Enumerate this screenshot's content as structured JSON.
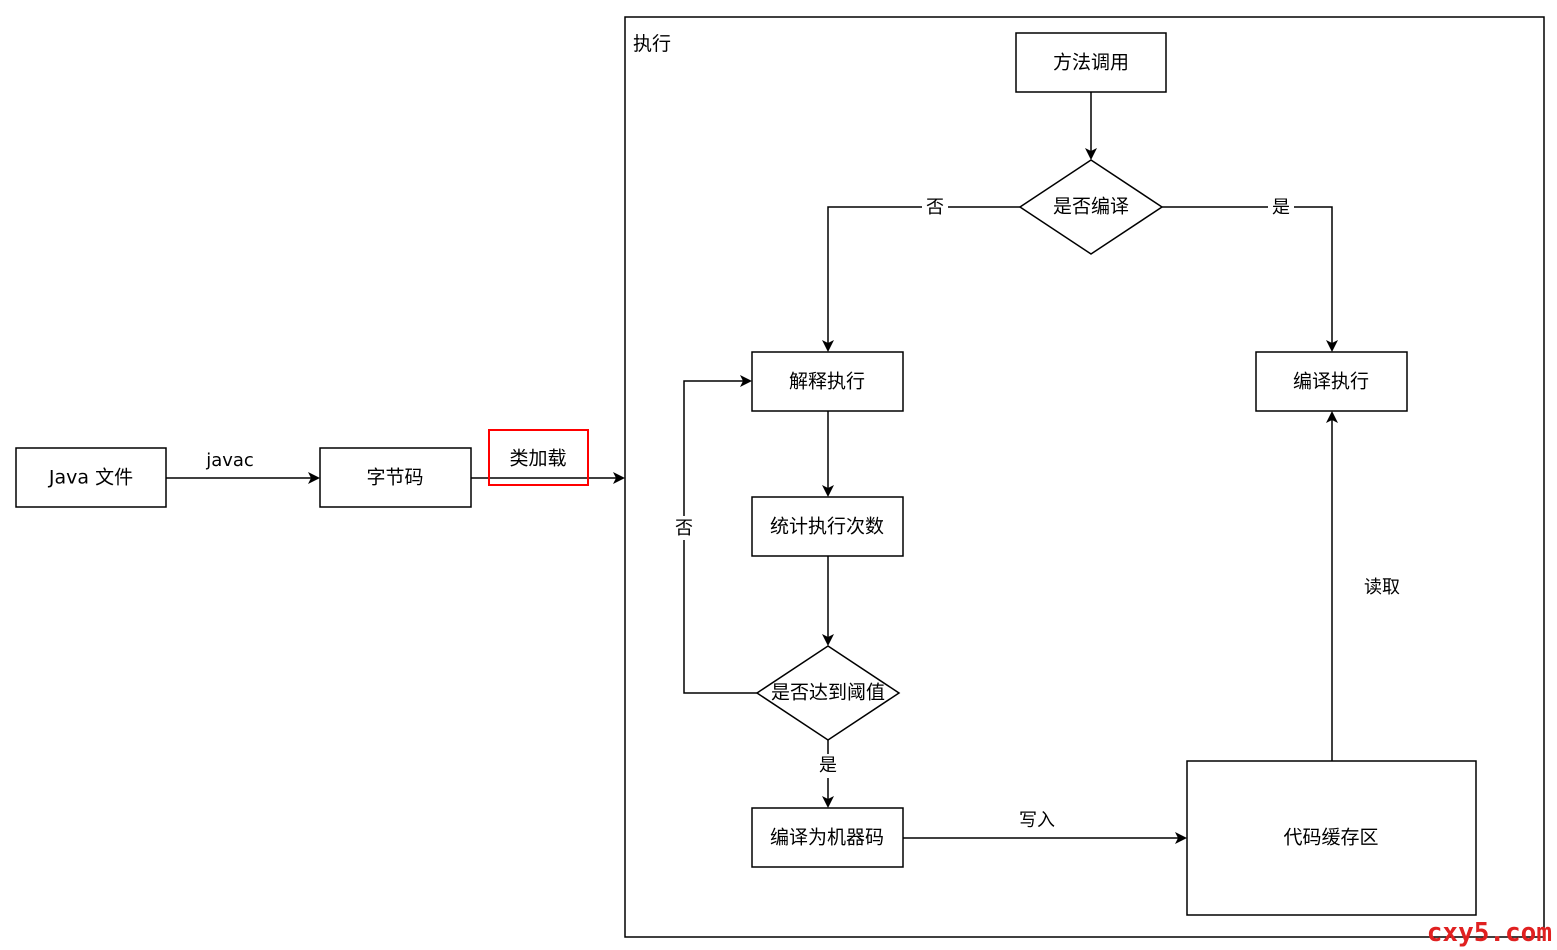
{
  "nodes": {
    "java_file": "Java 文件",
    "bytecode": "字节码",
    "class_loading": "类加载",
    "execution_container": "执行",
    "method_call": "方法调用",
    "is_compiled": "是否编译",
    "interpret_exec": "解释执行",
    "compiled_exec": "编译执行",
    "count_exec": "统计执行次数",
    "threshold_check": "是否达到阈值",
    "compile_machine_code": "编译为机器码",
    "code_cache": "代码缓存区"
  },
  "edges": {
    "javac": "javac",
    "no_left": "否",
    "yes_right": "是",
    "no_loop": "否",
    "yes_down": "是",
    "write": "写入",
    "read": "读取"
  },
  "highlight_color": "#ff0000",
  "watermark": "cxy5.com"
}
